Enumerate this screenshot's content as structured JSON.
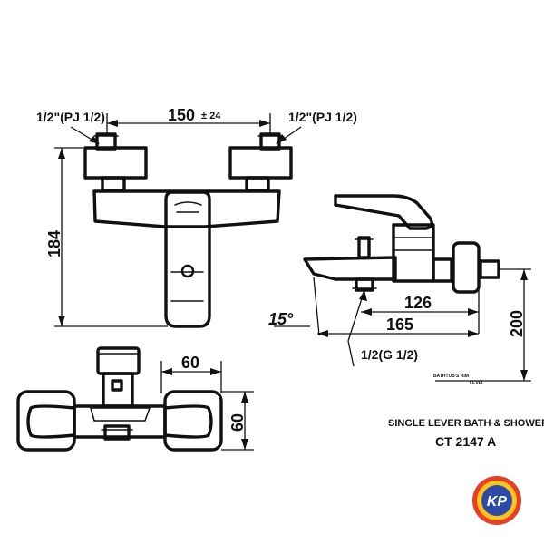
{
  "dims": {
    "width_150": "150",
    "tol_24": "± 24",
    "height_184": "184",
    "angle_15": "15°",
    "len_126": "126",
    "len_165": "165",
    "height_200": "200",
    "w_60": "60",
    "h_60": "60",
    "conn_left": "1/2\"(PJ 1/2)",
    "conn_right": "1/2\"(PJ 1/2)",
    "conn_g": "1/2(G 1/2)"
  },
  "notes": {
    "rim_line1": "BATHTUB'S RIM",
    "rim_line2": "LEVEL"
  },
  "product": {
    "description": "SINGLE LEVER BATH & SHOWER MIXER",
    "model": "CT 2147 A"
  },
  "logo": {
    "text": "KP",
    "colors": {
      "ring_outer": "#e63f2a",
      "ring_inner": "#f7c51d",
      "center": "#2c4aa6",
      "text": "#ffffff"
    }
  }
}
